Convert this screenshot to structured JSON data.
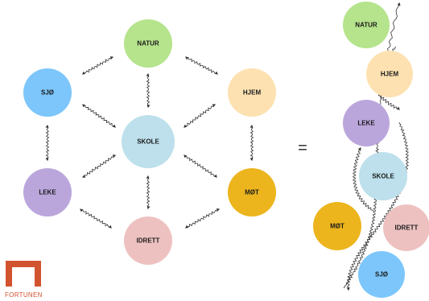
{
  "nodes": {
    "natur": {
      "label": "NATUR",
      "color": "#b5e48c"
    },
    "sjo": {
      "label": "SJØ",
      "color": "#7cc6fb"
    },
    "hjem": {
      "label": "HJEM",
      "color": "#fde1b1"
    },
    "skole": {
      "label": "SKOLE",
      "color": "#bde0ec"
    },
    "leke": {
      "label": "LEKE",
      "color": "#bba6dc"
    },
    "mot": {
      "label": "MØT",
      "color": "#ecb51d"
    },
    "idrett": {
      "label": "IDRETT",
      "color": "#eec1c1"
    }
  },
  "equals_sign": "=",
  "logo": {
    "text": "FORTUNEN",
    "color": "#d2532f"
  }
}
